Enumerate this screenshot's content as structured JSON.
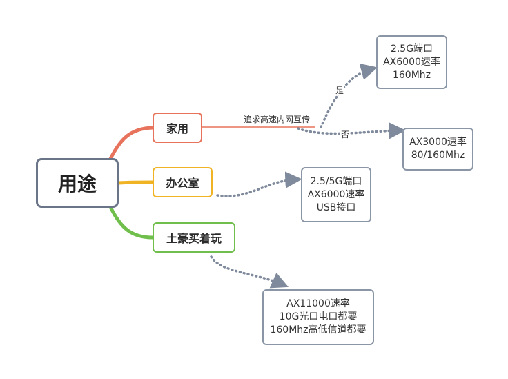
{
  "root": {
    "label": "用途"
  },
  "branches": {
    "home": {
      "label": "家用",
      "color": "#e8735c"
    },
    "office": {
      "label": "办公室",
      "color": "#f0b323"
    },
    "rich": {
      "label": "土豪买着玩",
      "color": "#70bf4c"
    }
  },
  "edge_labels": {
    "home_main": "追求高速内网互传",
    "yes": "是",
    "no": "否"
  },
  "leaves": {
    "home_yes": {
      "lines": [
        "2.5G端口",
        "AX6000速率",
        "160Mhz"
      ]
    },
    "home_no": {
      "lines": [
        "AX3000速率",
        "80/160Mhz"
      ]
    },
    "office": {
      "lines": [
        "2.5/5G端口",
        "AX6000速率",
        "USB接口"
      ]
    },
    "rich": {
      "lines": [
        "AX11000速率",
        "10G光口电口都要",
        "160Mhz高低信道都要"
      ]
    }
  },
  "colors": {
    "dotted_link": "#7f8a9c",
    "leaf_border": "#8a95a5",
    "root_border": "#6b7588"
  }
}
